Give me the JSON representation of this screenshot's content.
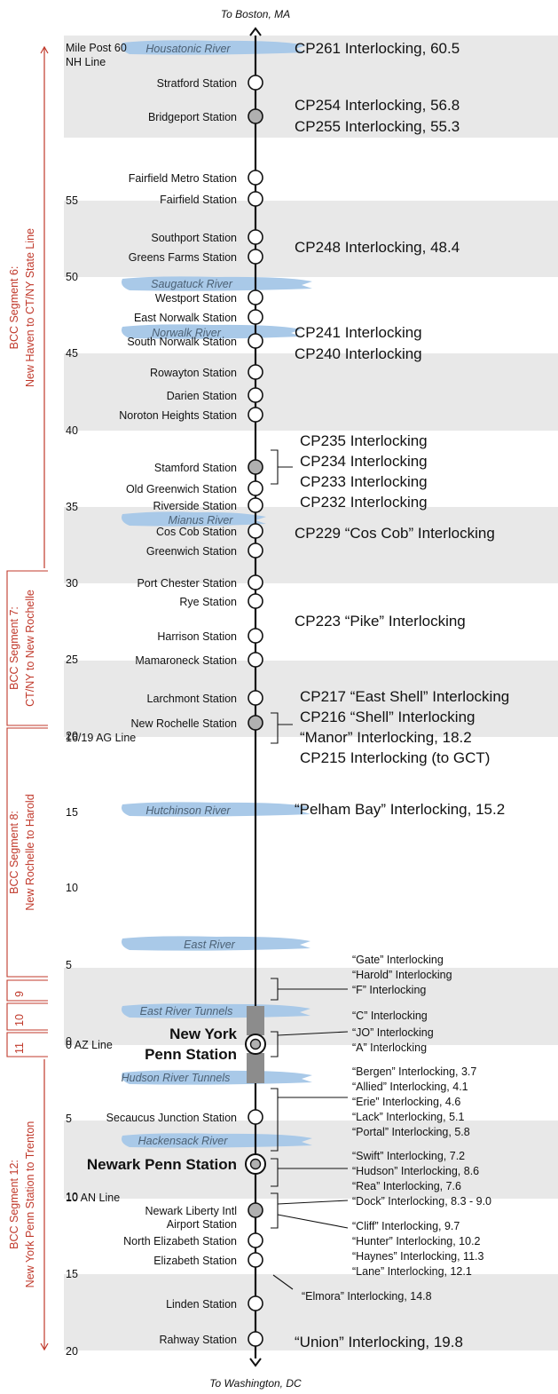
{
  "directions": {
    "north": "To Boston, MA",
    "south": "To Washington, DC"
  },
  "colors": {
    "band": "#e8e8e8",
    "segment": "#c0392b",
    "river": "#a9c9e8",
    "river_text": "#4c6175",
    "line": "#111111",
    "station_major": "#b0b0b0",
    "tunnel": "#8c8c8c",
    "text": "#111111"
  },
  "mile_marks": [
    "60",
    "55",
    "50",
    "45",
    "40",
    "35",
    "30",
    "25",
    "20",
    "15",
    "10",
    "5",
    "0",
    "5",
    "10",
    "15",
    "20"
  ],
  "line_notes": [
    {
      "id": "mp60",
      "text": "Mile Post 60"
    },
    {
      "id": "nh-line",
      "text": "NH Line"
    },
    {
      "id": "ag-line",
      "text": "16/19 AG Line"
    },
    {
      "id": "az-line",
      "text": "0 AZ Line"
    },
    {
      "id": "an-line",
      "text": "10 AN Line"
    }
  ],
  "segments": [
    {
      "label": "BCC Segment 6:",
      "sublabel": "New Haven to CT/NY State Line"
    },
    {
      "label": "BCC Segment 7:",
      "sublabel": "CT/NY to New Rochelle"
    },
    {
      "label": "BCC Segment 8:",
      "sublabel": "New Rochelle to Harold"
    },
    {
      "label": "9"
    },
    {
      "label": "10"
    },
    {
      "label": "11"
    },
    {
      "label": "BCC Segment 12:",
      "sublabel": "New York Penn Station to Trenton"
    }
  ],
  "rivers": [
    "Housatonic River",
    "Saugatuck River",
    "Norwalk River",
    "Mianus River",
    "Hutchinson River",
    "East River",
    "East River Tunnels",
    "Hudson River Tunnels",
    "Hackensack River"
  ],
  "stations": [
    "Stratford Station",
    "Bridgeport Station",
    "Fairfield Metro Station",
    "Fairfield Station",
    "Southport Station",
    "Greens Farms Station",
    "Westport Station",
    "East Norwalk Station",
    "South Norwalk Station",
    "Rowayton Station",
    "Darien Station",
    "Noroton Heights Station",
    "Stamford Station",
    "Old Greenwich Station",
    "Riverside Station",
    "Cos Cob Station",
    "Greenwich Station",
    "Port Chester Station",
    "Rye Station",
    "Harrison Station",
    "Mamaroneck Station",
    "Larchmont Station",
    "New Rochelle Station",
    "New York",
    "Penn Station",
    "Secaucus Junction Station",
    "Newark Penn Station",
    "Newark Liberty Intl",
    "Airport Station",
    "North Elizabeth Station",
    "Elizabeth Station",
    "Linden Station",
    "Rahway Station"
  ],
  "interlockings": [
    "CP261 Interlocking, 60.5",
    "CP254 Interlocking, 56.8",
    "CP255 Interlocking, 55.3",
    "CP248 Interlocking, 48.4",
    "CP241 Interlocking",
    "CP240 Interlocking",
    "CP235 Interlocking",
    "CP234 Interlocking",
    "CP233 Interlocking",
    "CP232 Interlocking",
    "CP229 “Cos Cob” Interlocking",
    "CP223 “Pike” Interlocking",
    "CP217 “East Shell” Interlocking",
    "CP216 “Shell” Interlocking",
    "“Manor” Interlocking, 18.2",
    "CP215 Interlocking (to GCT)",
    "“Pelham Bay” Interlocking, 15.2",
    "“Gate” Interlocking",
    "“Harold” Interlocking",
    "“F” Interlocking",
    "“C” Interlocking",
    "“JO” Interlocking",
    "“A” Interlocking",
    "“Bergen” Interlocking, 3.7",
    "“Allied” Interlocking, 4.1",
    "“Erie” Interlocking, 4.6",
    "“Lack” Interlocking, 5.1",
    "“Portal” Interlocking, 5.8",
    "“Swift” Interlocking, 7.2",
    "“Hudson” Interlocking, 8.6",
    "“Rea” Interlocking, 7.6",
    "“Dock” Interlocking, 8.3 - 9.0",
    "“Cliff” Interlocking, 9.7",
    "“Hunter” Interlocking, 10.2",
    "“Haynes” Interlocking, 11.3",
    "“Lane” Interlocking, 12.1",
    "“Elmora” Interlocking, 14.8",
    "“Union” Interlocking, 19.8"
  ]
}
